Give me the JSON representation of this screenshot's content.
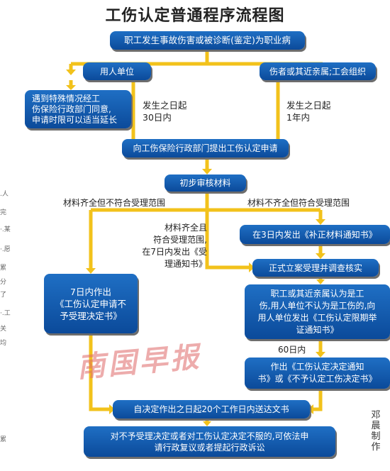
{
  "title": "工伤认定普通程序流程图",
  "nodes": {
    "start": "职工发生事故伤害或被诊断(鉴定)为职业病",
    "employer": "用人单位",
    "injured": "伤者或其近亲属;工会组织",
    "extension": "遇到特殊情况经工\n伤保险行政部门同意,\n申请时限可以适当延长",
    "apply": "向工伤保险行政部门提出工伤认定申请",
    "review": "初步审核材料",
    "supplement": "在3日内发出《补正材料通知书》",
    "not_accept": "7日内作出\n《工伤认定申请不\n予受理决定书》",
    "investigate": "正式立案受理并调查核实",
    "burden": "职工或其近亲属认为是工\n伤,用人单位不认为是工伤的,向\n用人单位发出《工伤认定限期举\n证通知书》",
    "decision": "作出《工伤认定决定通知\n书》或《不予认定工伤决定书》",
    "deliver": "自决定作出之日起20个工作日内送达文书",
    "appeal": "对不予受理决定或者对工伤认定决定不服的,可依法申\n请行政复议或者提起行政诉讼"
  },
  "labels": {
    "employer_deadline": "发生之日起\n30日内",
    "injured_deadline": "发生之日起\n1年内",
    "complete_not_qualified": "材料齐全但不符合受理范围",
    "incomplete_qualified": "材料不齐全但符合受理范围",
    "complete_qualified": "材料齐全且\n符合受理范围,\n在7日内发出《受\n理通知书》",
    "sixty_days": "60日内"
  },
  "watermark": "南国早报",
  "credit": "邓晨制作",
  "side_fragments": [
    ".人",
    "完",
    "·.某",
    "·.愿",
    "累",
    "分",
    "了",
    "·.工",
    "关",
    "均",
    "累"
  ],
  "colors": {
    "box": "#0b4a9a",
    "connector": "#f2c21b",
    "watermark": "#e06a6a"
  }
}
